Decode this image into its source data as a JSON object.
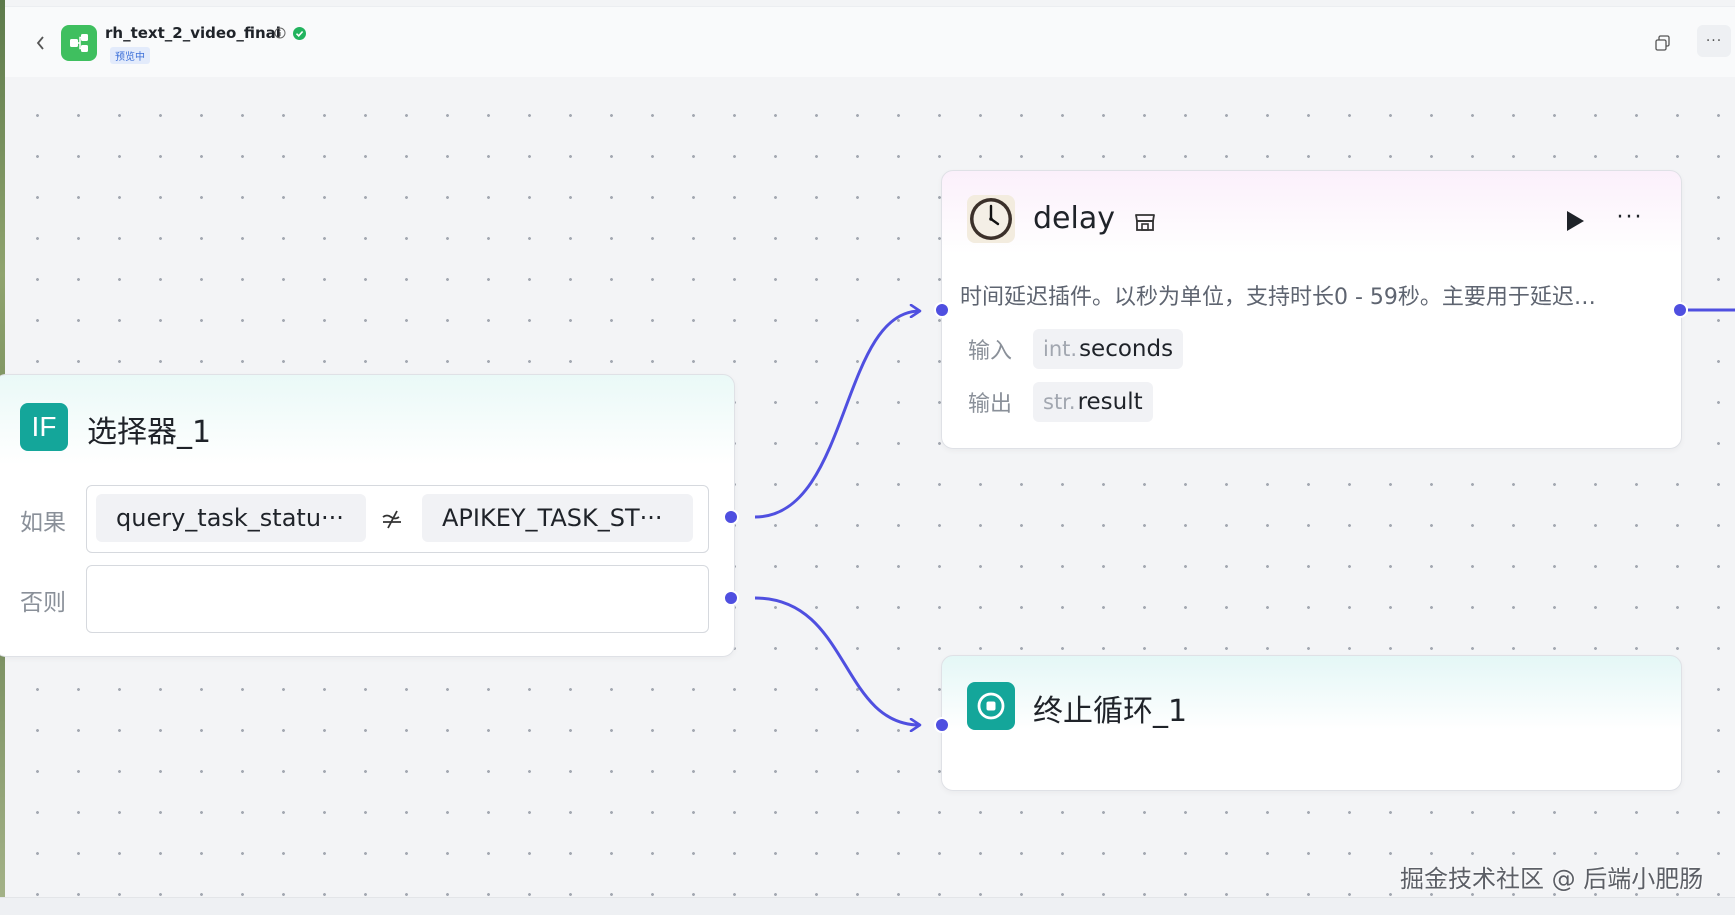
{
  "header": {
    "title": "rh_text_2_video_final",
    "badge": "预览中",
    "back_icon": "chevron-left-icon",
    "copy_icon": "copy-icon",
    "more_icon": "more-horizontal-icon"
  },
  "nodes": {
    "selector": {
      "icon_text": "IF",
      "title": "选择器_1",
      "if_label": "如果",
      "else_label": "否则",
      "condition": {
        "left": "query_task_statu···",
        "operator": "≠",
        "right": "APIKEY_TASK_ST···"
      },
      "else_value": ""
    },
    "delay": {
      "title": "delay",
      "description": "时间延迟插件。以秒为单位，支持时长0 - 59秒。主要用于延迟…",
      "input_label": "输入",
      "output_label": "输出",
      "input": {
        "type": "int.",
        "name": "seconds"
      },
      "output": {
        "type": "str.",
        "name": "result"
      }
    },
    "stop": {
      "title": "终止循环_1"
    }
  },
  "watermark": "掘金技术社区 @ 后端小肥肠",
  "colors": {
    "accent": "#4f4fe0",
    "teal": "#14a69a",
    "app_green": "#3fbf5f"
  }
}
